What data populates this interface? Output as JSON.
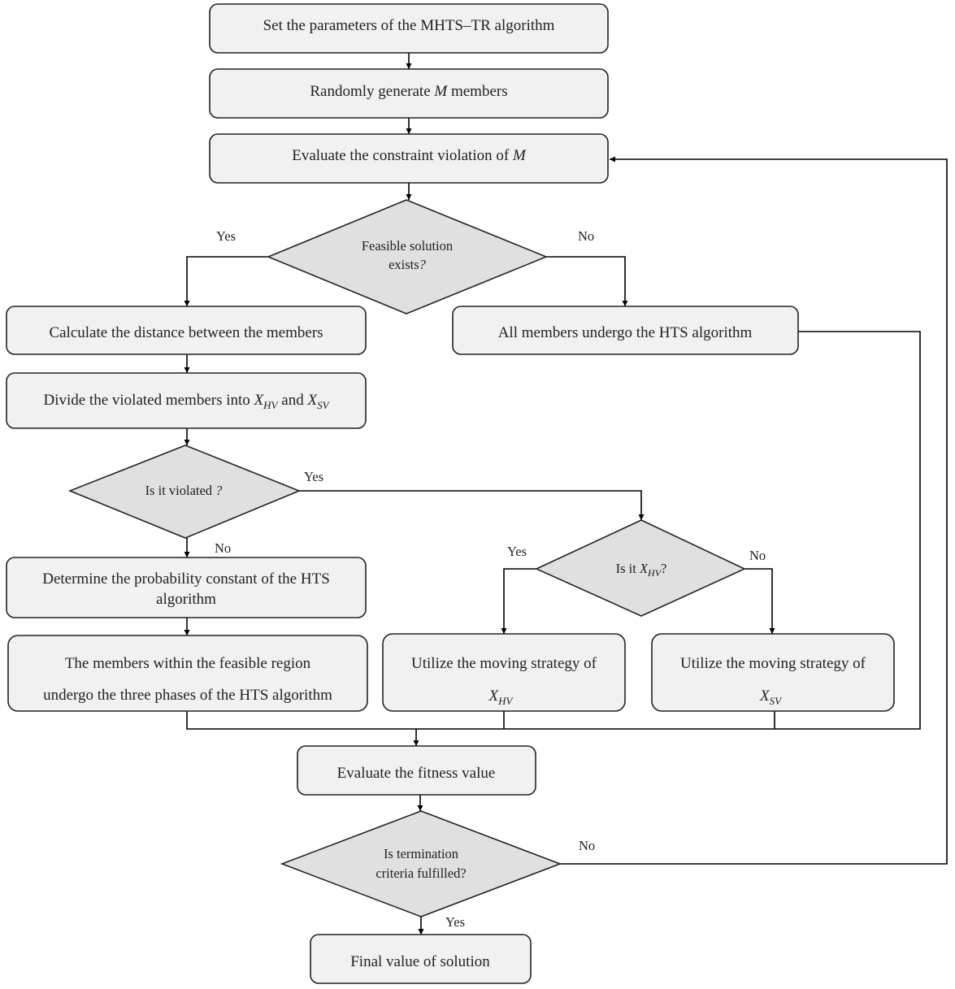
{
  "nodes": {
    "set_params": "Set the parameters of the MHTS–TR algorithm",
    "random_gen": {
      "pre": "Randomly generate ",
      "var": "M",
      "post": " members"
    },
    "evaluate_violation": {
      "pre": "Evaluate the constraint violation of ",
      "var": "M"
    },
    "feasible_q": {
      "line1": "Feasible solution",
      "line2": "exists",
      "qmark": "?"
    },
    "calc_distance": "Calculate the distance between the members",
    "all_hts": "All members undergo the HTS algorithm",
    "divide": {
      "pre": "Divide the violated members into ",
      "var1": "X",
      "sub1": "HV",
      "mid": " and ",
      "var2": "X",
      "sub2": "SV"
    },
    "violated_q": {
      "pre": "Is it violated ",
      "qmark": "?"
    },
    "xhv_q": {
      "pre": "Is it ",
      "var": "X",
      "sub": "HV",
      "post": "?"
    },
    "probability": {
      "line1": "Determine the probability constant of the HTS",
      "line2": "algorithm"
    },
    "feasible_members": {
      "line1": "The members within the feasible region",
      "line2": "undergo the three phases of the HTS algorithm"
    },
    "moving_hv": {
      "line1": "Utilize the moving strategy of",
      "var": "X",
      "sub": "HV"
    },
    "moving_sv": {
      "line1": "Utilize the moving strategy of",
      "var": "X",
      "sub": "SV"
    },
    "fitness": "Evaluate the fitness value",
    "termination_q": {
      "line1": "Is termination",
      "line2": "criteria fulfilled?"
    },
    "final": "Final value of solution"
  },
  "labels": {
    "feasible_yes": "Yes",
    "feasible_no": "No",
    "violated_yes": "Yes",
    "violated_no": "No",
    "xhv_yes": "Yes",
    "xhv_no": "No",
    "termination_no": "No",
    "termination_yes": "Yes"
  }
}
